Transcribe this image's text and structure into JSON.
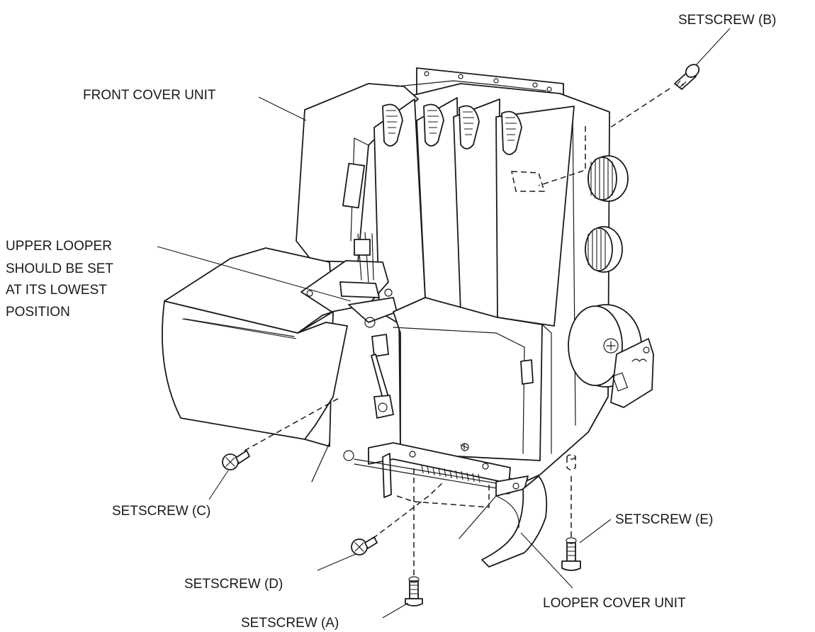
{
  "labels": {
    "front_cover_unit": "FRONT COVER UNIT",
    "upper_looper_line1": "UPPER LOOPER",
    "upper_looper_line2": "SHOULD BE SET",
    "upper_looper_line3": "AT ITS LOWEST",
    "upper_looper_line4": "POSITION",
    "setscrew_a": "SETSCREW (A)",
    "setscrew_b": "SETSCREW (B)",
    "setscrew_c": "SETSCREW (C)",
    "setscrew_d": "SETSCREW (D)",
    "setscrew_e": "SETSCREW (E)",
    "looper_cover_unit": "LOOPER COVER UNIT"
  },
  "colors": {
    "line": "#1a1a1a",
    "paper": "#ffffff"
  }
}
